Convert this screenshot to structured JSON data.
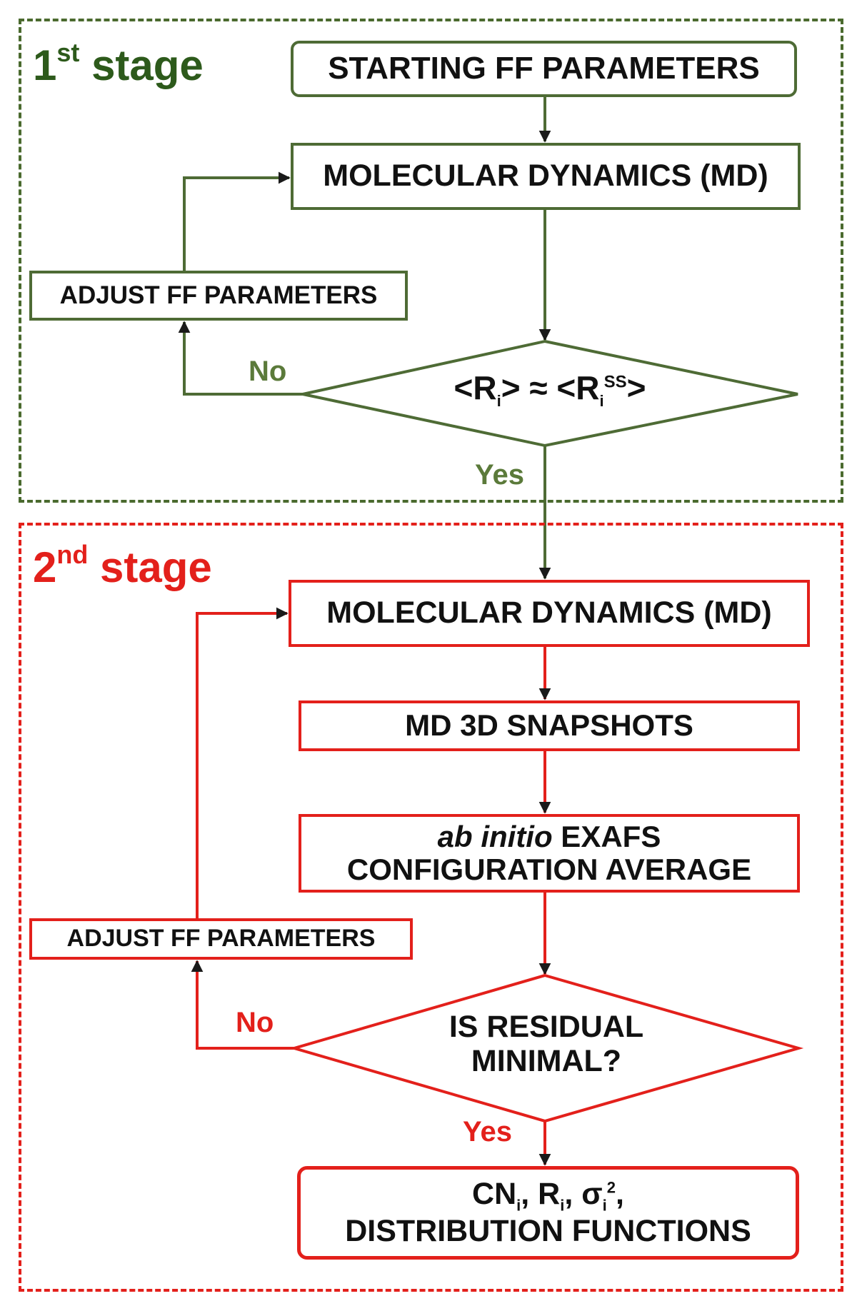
{
  "stage1": {
    "title": "1",
    "title_sup": "st",
    "title_word": "stage",
    "frame_color": "#4a6a2e",
    "title_color": "#2d5a1b",
    "start_box": "STARTING FF PARAMETERS",
    "md_box": "MOLECULAR DYNAMICS (MD)",
    "adjust_box": "ADJUST FF PARAMETERS",
    "decision": {
      "part1": "<R",
      "sub1": "i",
      "part2": "> ≈ <R",
      "sub2": "i",
      "sup2": "SS",
      "part3": ">"
    },
    "no_label": "No",
    "yes_label": "Yes"
  },
  "stage2": {
    "title": "2",
    "title_sup": "nd",
    "title_word": "stage",
    "frame_color": "#e3201b",
    "md_box": "MOLECULAR DYNAMICS (MD)",
    "snapshots_box": "MD 3D SNAPSHOTS",
    "exafs_box": {
      "line1_italic": "ab initio",
      "line1_rest": " EXAFS",
      "line2": "CONFIGURATION AVERAGE"
    },
    "adjust_box": "ADJUST FF PARAMETERS",
    "decision": {
      "line1": "IS RESIDUAL",
      "line2": "MINIMAL?"
    },
    "no_label": "No",
    "yes_label": "Yes",
    "result_box": {
      "cn": "CN",
      "cn_sub": "i",
      "r": ", R",
      "r_sub": "i",
      "sigma": ", σ",
      "sigma_sub": "i",
      "sigma_sup": "2",
      "comma": ",",
      "line2": "DISTRIBUTION FUNCTIONS"
    }
  }
}
